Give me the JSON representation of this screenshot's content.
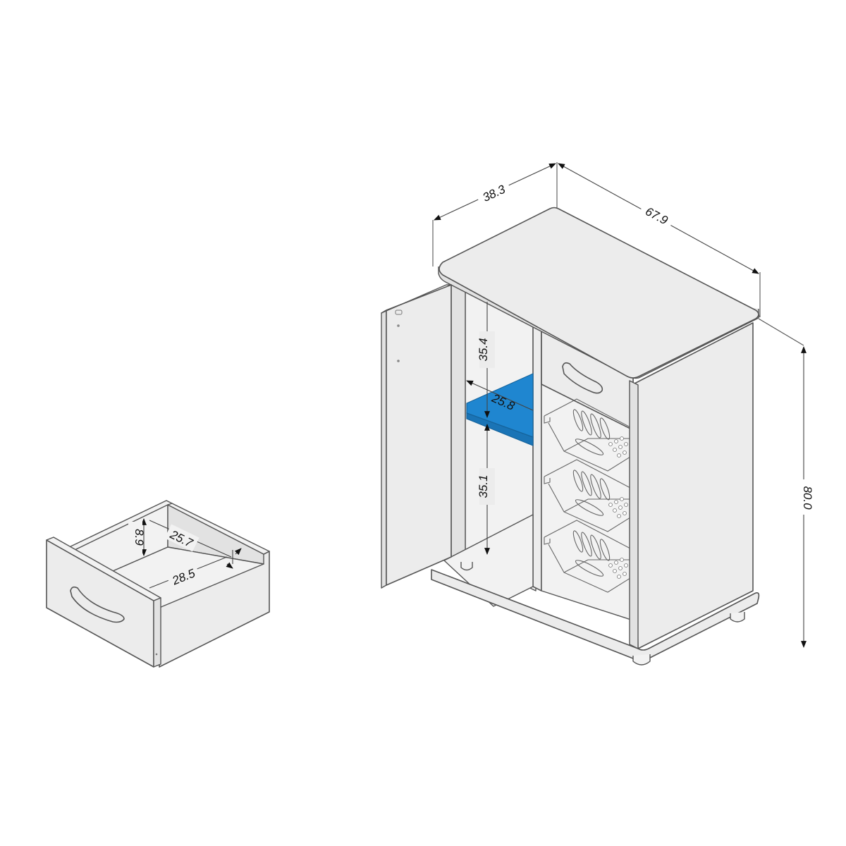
{
  "diagram": {
    "type": "isometric-furniture-dimension-drawing",
    "units_shown": false,
    "accent_color": "#1f86d0",
    "line_color": "#555555",
    "panel_color": "#ececec"
  },
  "cabinet": {
    "name": "cabinet",
    "dimensions": {
      "depth": "38.3",
      "width": "67.9",
      "height": "80.0",
      "upper_compartment_height": "35.4",
      "lower_compartment_height": "35.1",
      "shelf_depth": "25.8"
    },
    "components": {
      "top": "top-panel",
      "door": "left-hinged-door",
      "shelf": "highlighted-shelf",
      "drawer": "top-drawer",
      "racks": [
        "shoe-rack-1",
        "shoe-rack-2",
        "shoe-rack-3"
      ],
      "feet": "adjustable-feet"
    }
  },
  "drawer_detail": {
    "name": "drawer-detail",
    "dimensions": {
      "inner_height": "8.9",
      "inner_width": "25.7",
      "inner_depth": "28.5"
    }
  }
}
